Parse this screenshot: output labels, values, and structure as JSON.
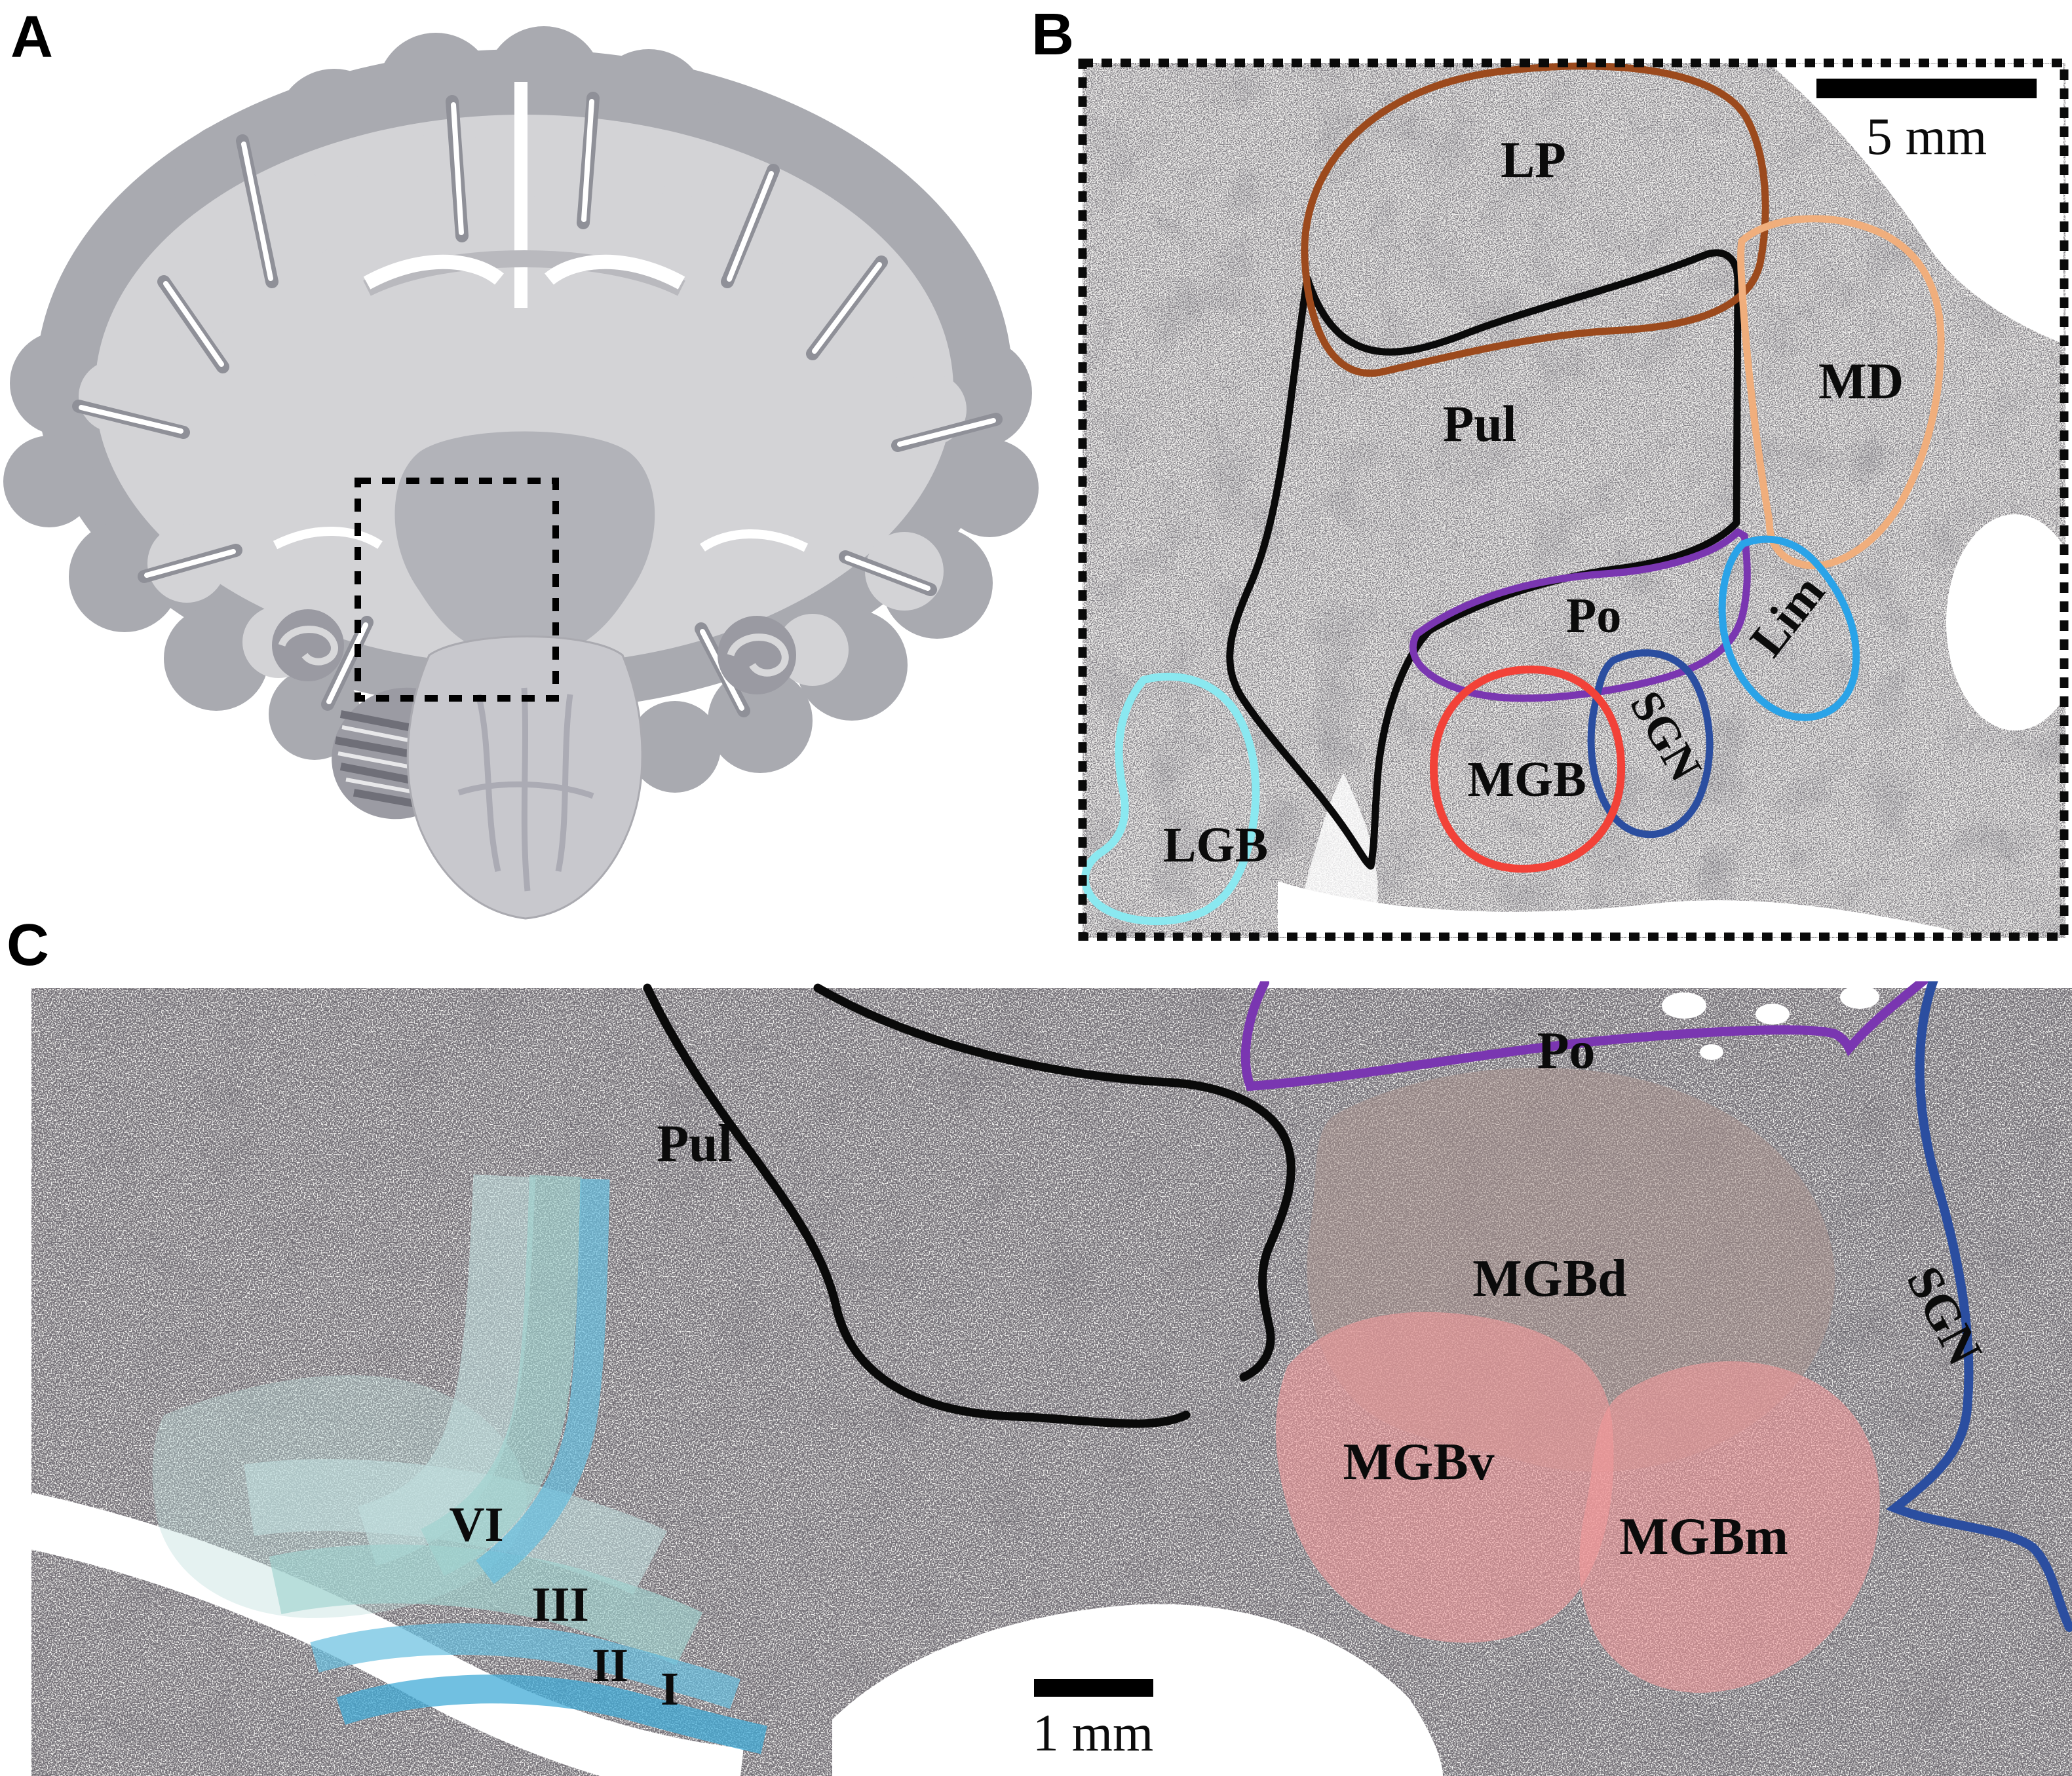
{
  "figure": {
    "kind": "brain histology figure, three panels",
    "panels": {
      "a": {
        "letter": "A"
      },
      "b": {
        "letter": "B",
        "scale_bar": {
          "label": "5 mm"
        },
        "border_style": "black dotted box",
        "regions": [
          {
            "id": "lp",
            "label": "LP",
            "outline_color": "#9c4a1d"
          },
          {
            "id": "pul",
            "label": "Pul",
            "outline_color": "#0a0a0a"
          },
          {
            "id": "md",
            "label": "MD",
            "outline_color": "#f0ae7c"
          },
          {
            "id": "po",
            "label": "Po",
            "outline_color": "#7a36b1"
          },
          {
            "id": "lim",
            "label": "Lim",
            "outline_color": "#2aa3e8"
          },
          {
            "id": "sgn",
            "label": "SGN",
            "outline_color": "#2b4ea0"
          },
          {
            "id": "mgb",
            "label": "MGB",
            "outline_color": "#f24238"
          },
          {
            "id": "lgb",
            "label": "LGB",
            "outline_color": "#8ae8f0"
          }
        ]
      },
      "c": {
        "letter": "C",
        "scale_bar": {
          "label": "1 mm"
        },
        "regions": [
          {
            "id": "pul",
            "label": "Pul",
            "line_color": "#0a0a0a"
          },
          {
            "id": "po",
            "label": "Po",
            "line_color": "#7a36b1"
          },
          {
            "id": "sgn",
            "label": "SGN",
            "line_color": "#2b4ea0"
          },
          {
            "id": "mgbd",
            "label": "MGBd",
            "fill_color": "#a9928c"
          },
          {
            "id": "mgbv",
            "label": "MGBv",
            "fill_color": "#f19899"
          },
          {
            "id": "mgbm",
            "label": "MGBm",
            "fill_color": "#f19899"
          }
        ],
        "lgb_layers": [
          {
            "id": "vi",
            "label": "VI",
            "fill_color": "#bfdedd"
          },
          {
            "id": "iii",
            "label": "III",
            "fill_color": "#9fd2cf"
          },
          {
            "id": "ii",
            "label": "II",
            "fill_color": "#66bfdf"
          },
          {
            "id": "i",
            "label": "I",
            "fill_color": "#41abd7"
          }
        ]
      }
    }
  }
}
